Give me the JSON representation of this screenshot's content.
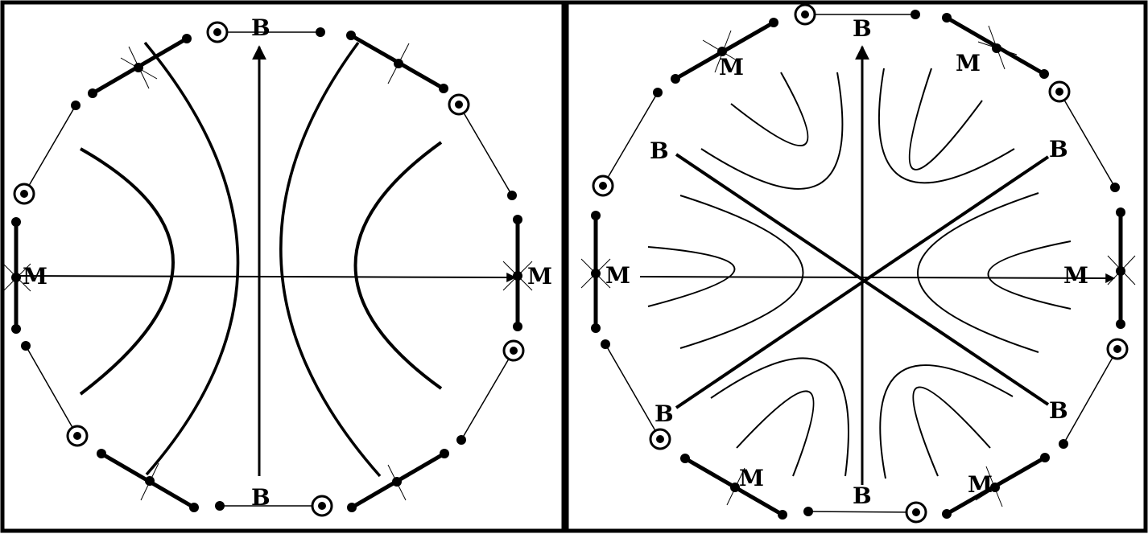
{
  "colors": {
    "ink": "#000000",
    "paper": "#ffffff"
  },
  "left_panel": {
    "labels": {
      "top": "B",
      "bottom": "B",
      "left": "M",
      "right": "M"
    }
  },
  "right_panel": {
    "labels": {
      "top": "B",
      "bottom": "B",
      "left": "M",
      "right": "M",
      "upper_left_diagonal": "B",
      "upper_right_diagonal": "B",
      "lower_left_diagonal": "B",
      "lower_right_diagonal": "B",
      "upper_left_rim": "M",
      "upper_right_rim": "M",
      "lower_left_rim": "M",
      "lower_right_rim": "M"
    }
  }
}
